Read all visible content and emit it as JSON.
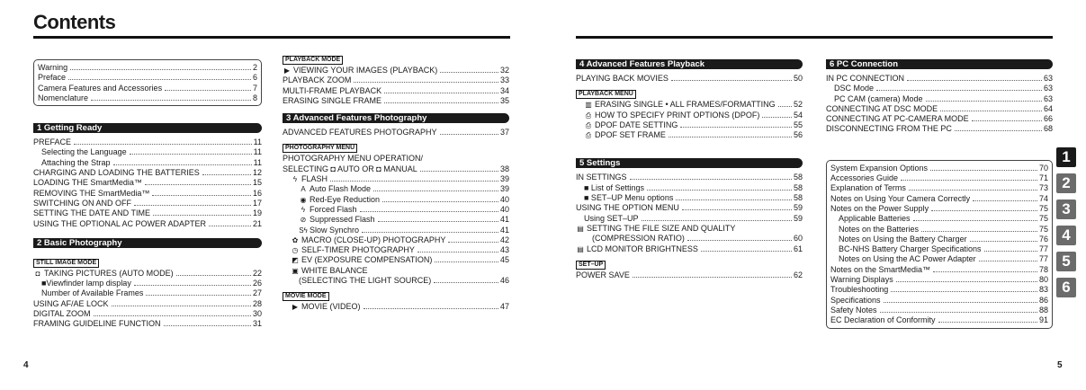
{
  "title": "Contents",
  "page_left": "4",
  "page_right": "5",
  "tabs": [
    "1",
    "2",
    "3",
    "4",
    "5",
    "6"
  ],
  "col1": {
    "intro": [
      {
        "t": "Warning",
        "p": "2"
      },
      {
        "t": "Preface",
        "p": "6"
      },
      {
        "t": "Camera Features and Accessories",
        "p": "7"
      },
      {
        "t": "Nomenclature",
        "p": "8"
      }
    ],
    "sec1": {
      "header": "1 Getting Ready",
      "items": [
        {
          "t": "PREFACE",
          "p": "11",
          "lvl": 0
        },
        {
          "t": "Selecting the Language",
          "p": "11",
          "lvl": 1
        },
        {
          "t": "Attaching the Strap",
          "p": "11",
          "lvl": 1
        },
        {
          "t": "CHARGING AND LOADING THE BATTERIES",
          "p": "12",
          "lvl": 0
        },
        {
          "t": "LOADING THE SmartMedia™",
          "p": "15",
          "lvl": 0
        },
        {
          "t": "REMOVING THE SmartMedia™",
          "p": "16",
          "lvl": 0
        },
        {
          "t": "SWITCHING ON AND OFF",
          "p": "17",
          "lvl": 0
        },
        {
          "t": "SETTING THE DATE AND TIME",
          "p": "19",
          "lvl": 0
        },
        {
          "t": "USING THE OPTIONAL AC POWER ADAPTER",
          "p": "21",
          "lvl": 0
        }
      ]
    },
    "sec2": {
      "header": "2 Basic Photography",
      "tag": "STILL IMAGE MODE",
      "items": [
        {
          "t": "TAKING PICTURES (AUTO MODE)",
          "p": "22",
          "lvl": 0,
          "icon": "camera-icon",
          "g": "◘"
        },
        {
          "t": "■Viewfinder lamp display",
          "p": "26",
          "lvl": 1
        },
        {
          "t": "Number of Available Frames",
          "p": "27",
          "lvl": 1
        },
        {
          "t": "USING AF/AE LOCK",
          "p": "28",
          "lvl": 0
        },
        {
          "t": "DIGITAL ZOOM",
          "p": "30",
          "lvl": 0
        },
        {
          "t": "FRAMING GUIDELINE FUNCTION",
          "p": "31",
          "lvl": 0
        }
      ]
    }
  },
  "col2": {
    "tag_playback": "PLAYBACK MODE",
    "playback": [
      {
        "t": "VIEWING YOUR IMAGES (PLAYBACK)",
        "p": "32",
        "lvl": 0,
        "icon": "play-icon",
        "g": "▶"
      },
      {
        "t": "PLAYBACK ZOOM",
        "p": "33",
        "lvl": 0
      },
      {
        "t": "MULTI-FRAME PLAYBACK",
        "p": "34",
        "lvl": 0
      },
      {
        "t": "ERASING SINGLE FRAME",
        "p": "35",
        "lvl": 0
      }
    ],
    "sec3": {
      "header": "3 Advanced Features Photography",
      "items0": [
        {
          "t": "ADVANCED FEATURES PHOTOGRAPHY",
          "p": "37",
          "lvl": 0
        }
      ],
      "tag": "PHOTOGRAPHY MENU",
      "items": [
        {
          "t": "PHOTOGRAPHY MENU OPERATION/",
          "p": "",
          "lvl": 0
        },
        {
          "t": "SELECTING ◘ AUTO OR ◘ MANUAL",
          "p": "38",
          "lvl": 0
        },
        {
          "t": "FLASH",
          "p": "39",
          "lvl": 1,
          "icon": "flash-icon",
          "g": "ϟ"
        },
        {
          "t": "Auto Flash Mode",
          "p": "39",
          "lvl": 2,
          "icon": "auto-flash-icon",
          "g": "A"
        },
        {
          "t": "Red-Eye Reduction",
          "p": "40",
          "lvl": 2,
          "icon": "red-eye-icon",
          "g": "◉"
        },
        {
          "t": "Forced Flash",
          "p": "40",
          "lvl": 2,
          "icon": "forced-flash-icon",
          "g": "ϟ"
        },
        {
          "t": "Suppressed Flash",
          "p": "41",
          "lvl": 2,
          "icon": "suppressed-flash-icon",
          "g": "⊘"
        },
        {
          "t": "Slow Synchro",
          "p": "41",
          "lvl": 2,
          "icon": "slow-synchro-icon",
          "g": "Sϟ"
        },
        {
          "t": "MACRO (CLOSE-UP) PHOTOGRAPHY",
          "p": "42",
          "lvl": 1,
          "icon": "macro-icon",
          "g": "✿"
        },
        {
          "t": "SELF-TIMER PHOTOGRAPHY",
          "p": "43",
          "lvl": 1,
          "icon": "self-timer-icon",
          "g": "◷"
        },
        {
          "t": "EV (EXPOSURE COMPENSATION)",
          "p": "45",
          "lvl": 1,
          "icon": "ev-icon",
          "g": "◩"
        },
        {
          "t": "WHITE BALANCE",
          "p": "",
          "lvl": 1,
          "icon": "white-balance-icon",
          "g": "▣"
        },
        {
          "t": "(SELECTING THE LIGHT SOURCE)",
          "p": "46",
          "lvl": 2
        }
      ],
      "tag_movie": "MOVIE MODE",
      "movie": [
        {
          "t": "MOVIE (VIDEO)",
          "p": "47",
          "lvl": 1,
          "icon": "movie-icon",
          "g": "▶"
        }
      ]
    }
  },
  "col3": {
    "sec4": {
      "header": "4 Advanced Features Playback",
      "items0": [
        {
          "t": "PLAYING BACK MOVIES",
          "p": "50",
          "lvl": 0
        }
      ],
      "tag": "PLAYBACK MENU",
      "items": [
        {
          "t": "ERASING SINGLE • ALL FRAMES/FORMATTING",
          "p": "52",
          "lvl": 1,
          "icon": "erase-icon",
          "g": "▥"
        },
        {
          "t": "HOW TO SPECIFY PRINT OPTIONS (DPOF)",
          "p": "54",
          "lvl": 1,
          "icon": "print-icon",
          "g": "⎙"
        },
        {
          "t": "DPOF DATE SETTING",
          "p": "55",
          "lvl": 1,
          "icon": "print-icon",
          "g": "⎙"
        },
        {
          "t": "DPOF SET FRAME",
          "p": "56",
          "lvl": 1,
          "icon": "print-icon",
          "g": "⎙"
        }
      ]
    },
    "sec5": {
      "header": "5 Settings",
      "items0": [
        {
          "t": "IN SETTINGS",
          "p": "58",
          "lvl": 0
        },
        {
          "t": "■ List of Settings",
          "p": "58",
          "lvl": 1
        },
        {
          "t": "■ SET–UP Menu options",
          "p": "58",
          "lvl": 1
        },
        {
          "t": "USING THE OPTION MENU",
          "p": "59",
          "lvl": 0
        },
        {
          "t": "Using SET–UP",
          "p": "59",
          "lvl": 1
        },
        {
          "t": "SETTING THE FILE SIZE AND QUALITY",
          "p": "",
          "lvl": 0,
          "icon": "quality-icon",
          "g": "▤"
        },
        {
          "t": "(COMPRESSION RATIO)",
          "p": "60",
          "lvl": 2
        },
        {
          "t": "LCD MONITOR BRIGHTNESS",
          "p": "61",
          "lvl": 0,
          "icon": "lcd-icon",
          "g": "▤"
        }
      ],
      "tag": "SET–UP",
      "items": [
        {
          "t": "POWER SAVE",
          "p": "62",
          "lvl": 0
        }
      ]
    }
  },
  "col4": {
    "sec6": {
      "header": "6 PC Connection",
      "items": [
        {
          "t": "IN PC CONNECTION",
          "p": "63",
          "lvl": 0
        },
        {
          "t": "DSC Mode",
          "p": "63",
          "lvl": 1
        },
        {
          "t": "PC CAM (camera) Mode",
          "p": "63",
          "lvl": 1
        },
        {
          "t": "CONNECTING AT DSC MODE",
          "p": "64",
          "lvl": 0
        },
        {
          "t": "CONNECTING AT PC-CAMERA MODE",
          "p": "66",
          "lvl": 0
        },
        {
          "t": "DISCONNECTING FROM THE PC",
          "p": "68",
          "lvl": 0
        }
      ]
    },
    "appendix": [
      {
        "t": "System Expansion Options",
        "p": "70",
        "lvl": 0
      },
      {
        "t": "Accessories Guide",
        "p": "71",
        "lvl": 0
      },
      {
        "t": "Explanation of Terms",
        "p": "73",
        "lvl": 0
      },
      {
        "t": "Notes on Using Your Camera Correctly",
        "p": "74",
        "lvl": 0
      },
      {
        "t": "Notes on the Power Supply",
        "p": "75",
        "lvl": 0
      },
      {
        "t": "Applicable Batteries",
        "p": "75",
        "lvl": 1
      },
      {
        "t": "Notes on the Batteries",
        "p": "75",
        "lvl": 1
      },
      {
        "t": "Notes on Using the Battery Charger",
        "p": "76",
        "lvl": 1
      },
      {
        "t": "BC-NHS Battery Charger Specifications",
        "p": "77",
        "lvl": 1
      },
      {
        "t": "Notes on Using the AC Power Adapter",
        "p": "77",
        "lvl": 1
      },
      {
        "t": "Notes on the SmartMedia™",
        "p": "78",
        "lvl": 0
      },
      {
        "t": "Warning Displays",
        "p": "80",
        "lvl": 0
      },
      {
        "t": "Troubleshooting",
        "p": "83",
        "lvl": 0
      },
      {
        "t": "Specifications",
        "p": "86",
        "lvl": 0
      },
      {
        "t": "Safety Notes",
        "p": "88",
        "lvl": 0
      },
      {
        "t": "EC Declaration of Conformity",
        "p": "91",
        "lvl": 0
      }
    ]
  }
}
